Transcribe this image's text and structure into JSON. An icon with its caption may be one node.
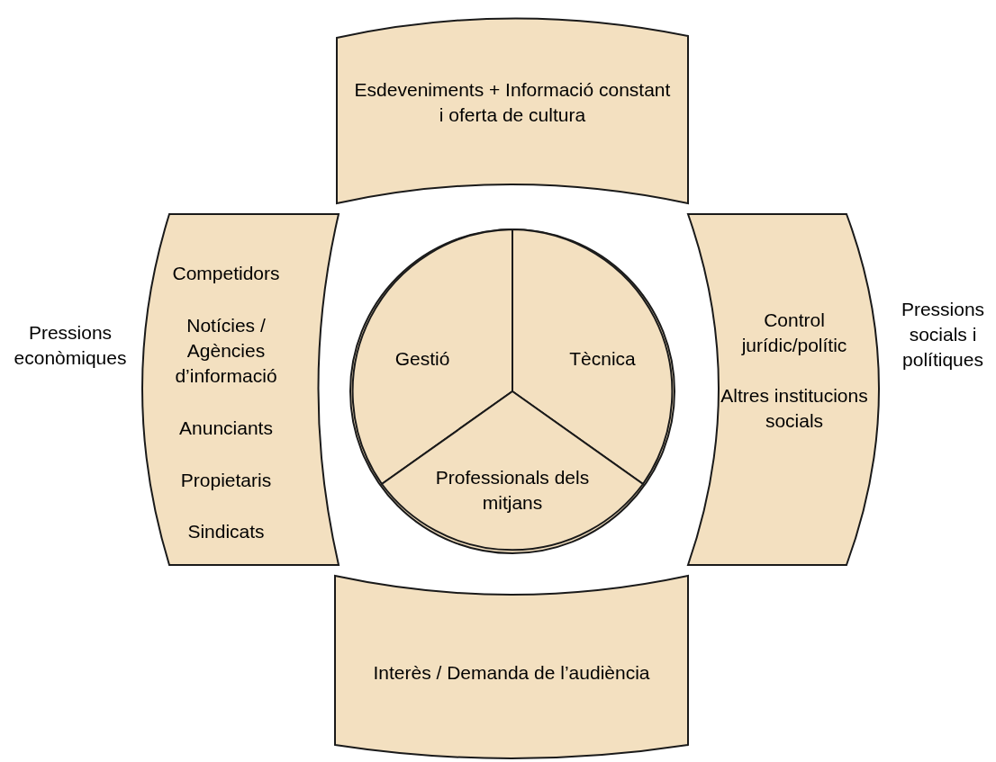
{
  "diagram": {
    "nodes": [
      {
        "text": [
          "Esdeveniments + Informació constant i oferta de cultura"
        ]
      },
      {
        "text": [
          "Competidors",
          "Notícies / Agències d’informació",
          "Anunciants",
          "Propietaris",
          "Sindicats"
        ],
        "beside": [
          "Pressions econòmiques"
        ]
      },
      {
        "text": [],
        "shape": "circle"
      },
      {
        "text": [
          "Gestió"
        ],
        "in": 2
      },
      {
        "text": [
          "Tècnica"
        ],
        "in": 2
      },
      {
        "text": [
          "Professionals dels mitjans"
        ],
        "in": 2
      },
      {
        "text": [
          "Control jurídic/polític",
          "Altres institucions socials"
        ],
        "beside": [
          "Pressions socials i polítiques"
        ]
      },
      {
        "text": [
          "Interès / Demanda de l’audiència"
        ]
      }
    ],
    "edges": []
  }
}
